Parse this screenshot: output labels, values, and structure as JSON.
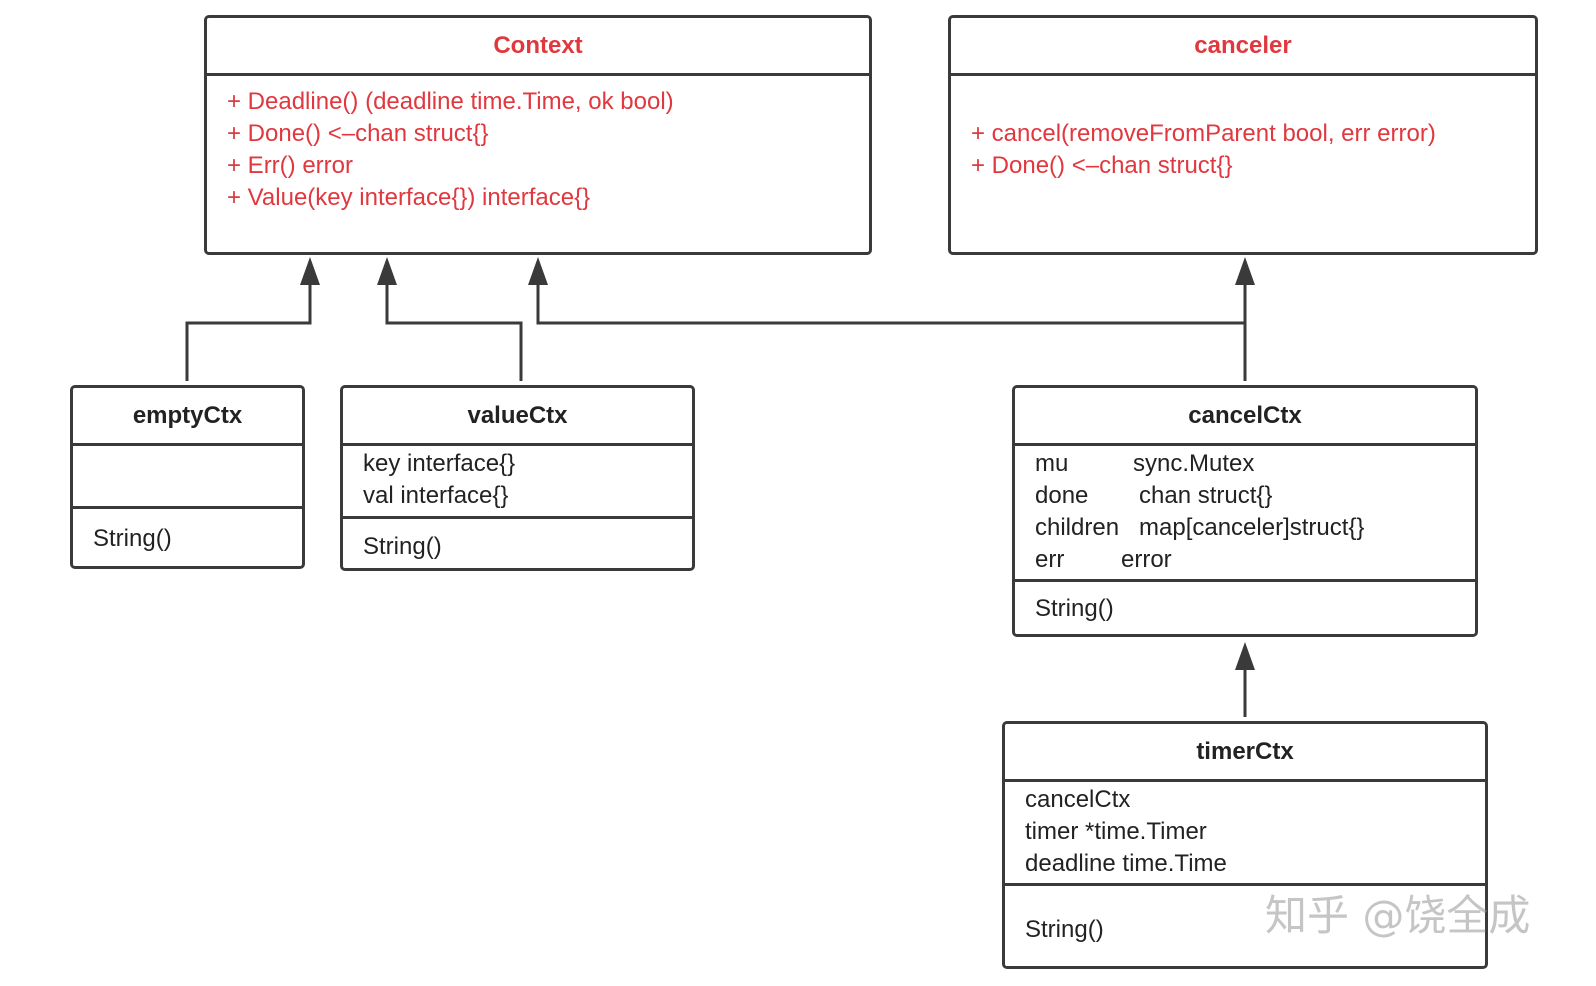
{
  "context": {
    "title": "Context",
    "methods": [
      "+ Deadline() (deadline time.Time, ok bool)",
      "+ Done() <–chan struct{}",
      "+ Err() error",
      "+ Value(key interface{}) interface{}"
    ]
  },
  "canceler": {
    "title": "canceler",
    "methods": [
      "+ cancel(removeFromParent bool, err error)",
      "+ Done() <–chan struct{}"
    ]
  },
  "emptyCtx": {
    "title": "emptyCtx",
    "method": "String()"
  },
  "valueCtx": {
    "title": "valueCtx",
    "fields": [
      "key interface{}",
      "val interface{}"
    ],
    "method": "String()"
  },
  "cancelCtx": {
    "title": "cancelCtx",
    "fields": [
      {
        "name": "mu",
        "type": "sync.Mutex"
      },
      {
        "name": "done",
        "type": "chan struct{}"
      },
      {
        "name": "children",
        "type": "map[canceler]struct{}"
      },
      {
        "name": "err",
        "type": "error"
      }
    ],
    "method": "String()"
  },
  "timerCtx": {
    "title": "timerCtx",
    "fields": [
      "cancelCtx",
      "timer *time.Timer",
      "deadline time.Time"
    ],
    "method": "String()"
  },
  "colors": {
    "interface_text": "#e0383e",
    "border": "#3a3a3a",
    "text": "#222222"
  },
  "watermark": "知乎 @饶全成"
}
